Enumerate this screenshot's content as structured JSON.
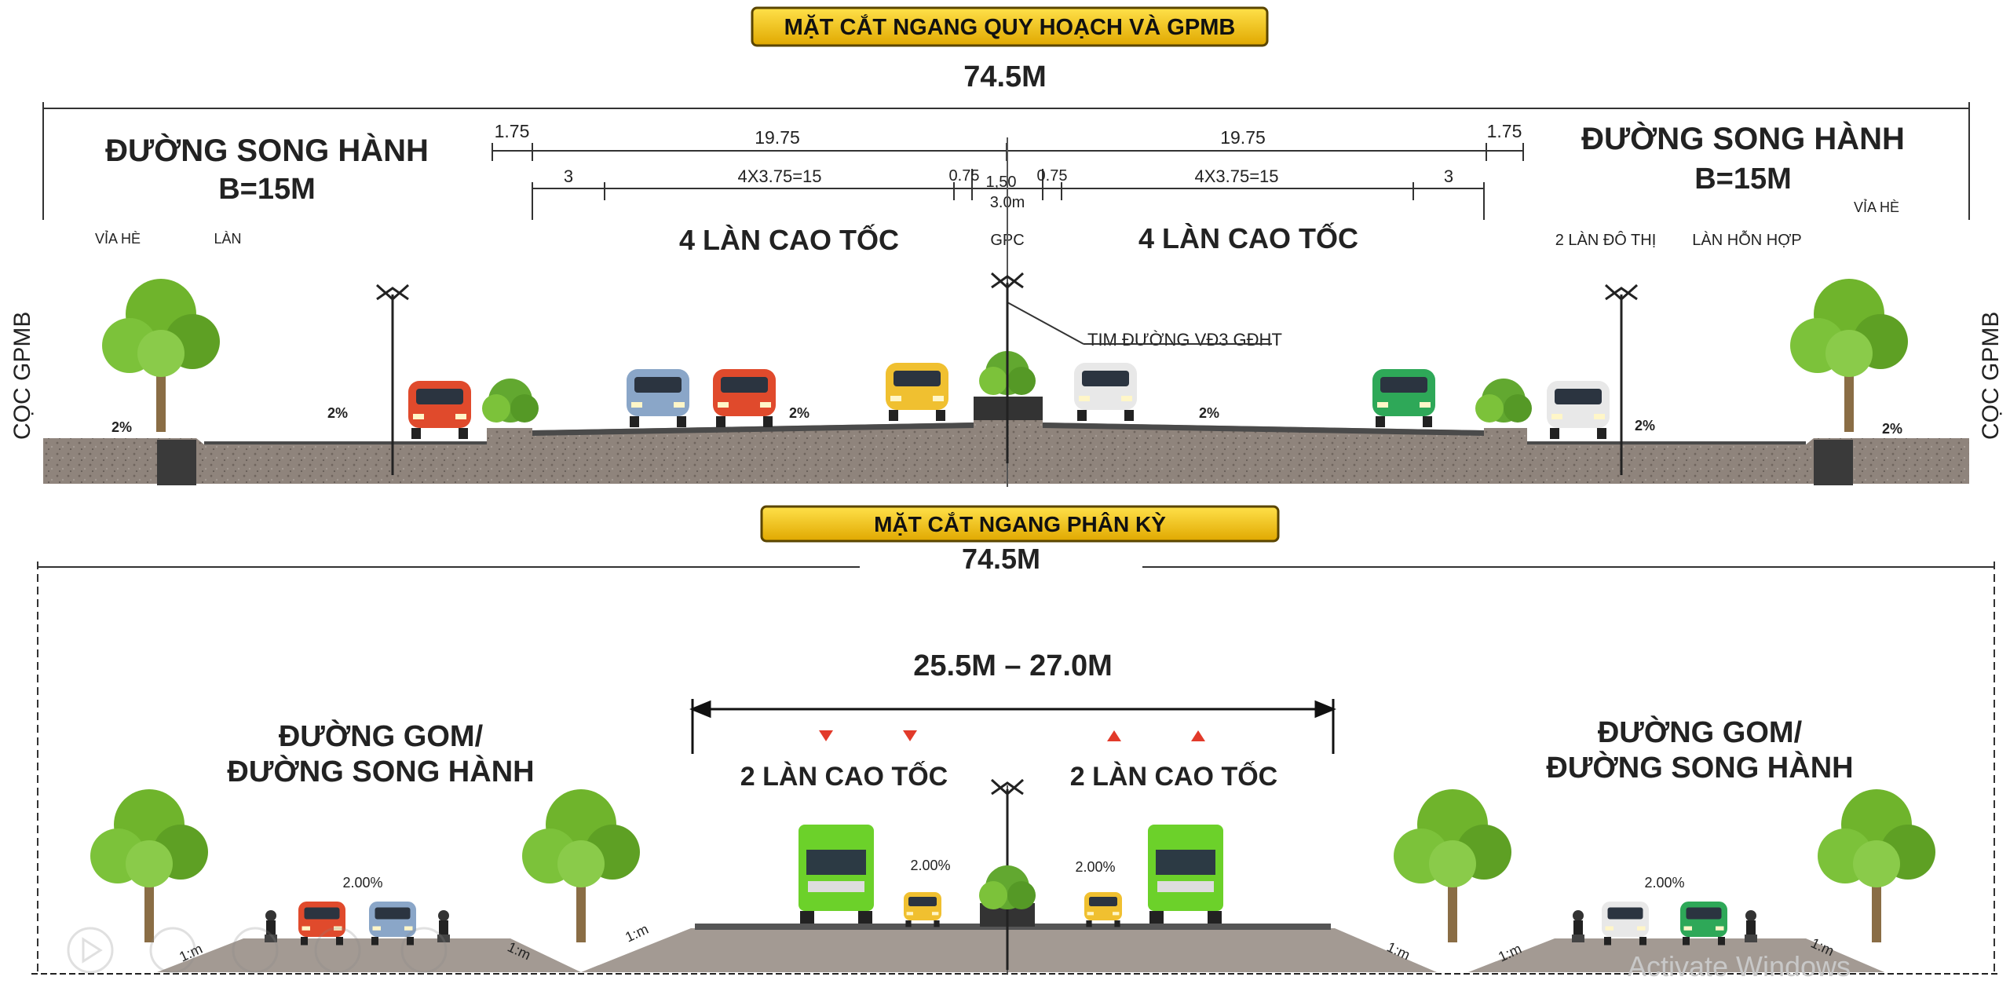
{
  "top": {
    "banner": "MẶT CẮT NGANG QUY HOẠCH VÀ GPMB",
    "total_width": "74.5M",
    "left_road_title": "ĐƯỜNG SONG HÀNH",
    "left_road_width": "B=15M",
    "right_road_title": "ĐƯỜNG SONG HÀNH",
    "right_road_width": "B=15M",
    "dims_row1": [
      "1.75",
      "19.75",
      "19.75",
      "1.75"
    ],
    "dims_row2": [
      "3",
      "4X3.75=15",
      "0.75",
      "1,50",
      "0.75",
      "4X3.75=15",
      "3"
    ],
    "median_total": "3.0m",
    "left_lanes": "4 LÀN CAO TỐC",
    "right_lanes": "4 LÀN CAO TỐC",
    "median_label": "GPC",
    "left_labels": [
      "VỈA HÈ",
      "LÀN"
    ],
    "right_labels": [
      "2 LÀN ĐÔ THỊ",
      "LÀN HỖN HỢP",
      "VỈA HÈ"
    ],
    "centerline_note": "TIM ĐƯỜNG VĐ3 GĐHT",
    "gpmb_marker": "CỌC GPMB",
    "slopes": [
      "2%",
      "2%",
      "2%",
      "2%",
      "2%",
      "2%"
    ]
  },
  "bottom": {
    "banner": "MẶT CẮT NGANG PHÂN KỲ",
    "total_width": "74.5M",
    "center_width": "25.5M – 27.0M",
    "left_road_title": [
      "ĐƯỜNG GOM/",
      "ĐƯỜNG SONG HÀNH"
    ],
    "right_road_title": [
      "ĐƯỜNG GOM/",
      "ĐƯỜNG SONG HÀNH"
    ],
    "left_lanes": "2 LÀN CAO TỐC",
    "right_lanes": "2 LÀN CAO TỐC",
    "slopes": [
      "2.00%",
      "2.00%",
      "2.00%",
      "2.00%"
    ],
    "embankment": "1:m",
    "watermark": "Activate Windows"
  },
  "colors": {
    "banner_fill": "#f5c400",
    "banner_border": "#5a4500",
    "earth": "#8f847c",
    "pavement": "#4a4a4a",
    "tree": "#6fb42c",
    "truck": "#6cd12a"
  }
}
